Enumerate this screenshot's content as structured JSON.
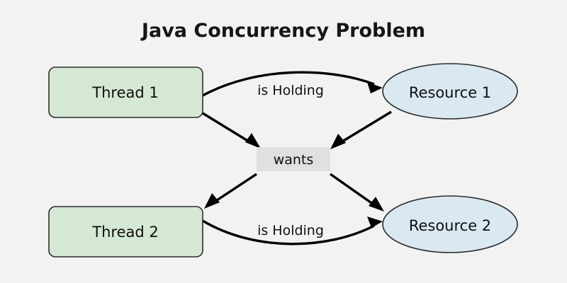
{
  "diagram": {
    "title": "Java Concurrency Problem",
    "background_color": "#f2f2f2",
    "nodes": [
      {
        "id": "thread-1",
        "label": "Thread 1",
        "shape": "rounded-rectangle",
        "fill": "#d5e8d4",
        "stroke": "#2d2d2d"
      },
      {
        "id": "thread-2",
        "label": "Thread 2",
        "shape": "rounded-rectangle",
        "fill": "#d5e8d4",
        "stroke": "#2d2d2d"
      },
      {
        "id": "resource-1",
        "label": "Resource 1",
        "shape": "ellipse",
        "fill": "#dae8f2",
        "stroke": "#2b2b2b"
      },
      {
        "id": "resource-2",
        "label": "Resource 2",
        "shape": "ellipse",
        "fill": "#dae8f2",
        "stroke": "#2b2b2b"
      },
      {
        "id": "wants",
        "label": "wants",
        "shape": "rectangle",
        "fill": "#e0e0e0",
        "stroke": "none"
      }
    ],
    "edges": [
      {
        "id": "thread1-holds-resource1",
        "from": "thread-1",
        "to": "resource-1",
        "label": "is Holding",
        "style": "curved-up"
      },
      {
        "id": "thread1-wants",
        "from": "thread-1",
        "to": "wants",
        "label": "",
        "style": "straight"
      },
      {
        "id": "resource1-wants",
        "from": "resource-1",
        "to": "wants",
        "label": "",
        "style": "straight"
      },
      {
        "id": "wants-thread2",
        "from": "wants",
        "to": "thread-2",
        "label": "",
        "style": "straight"
      },
      {
        "id": "wants-resource2",
        "from": "wants",
        "to": "resource-2",
        "label": "",
        "style": "straight"
      },
      {
        "id": "thread2-holds-resource2",
        "from": "thread-2",
        "to": "resource-2",
        "label": "is Holding",
        "style": "curved-down"
      }
    ],
    "edge_labels": {
      "top_is_holding": "is Holding",
      "bottom_is_holding": "is Holding"
    }
  }
}
